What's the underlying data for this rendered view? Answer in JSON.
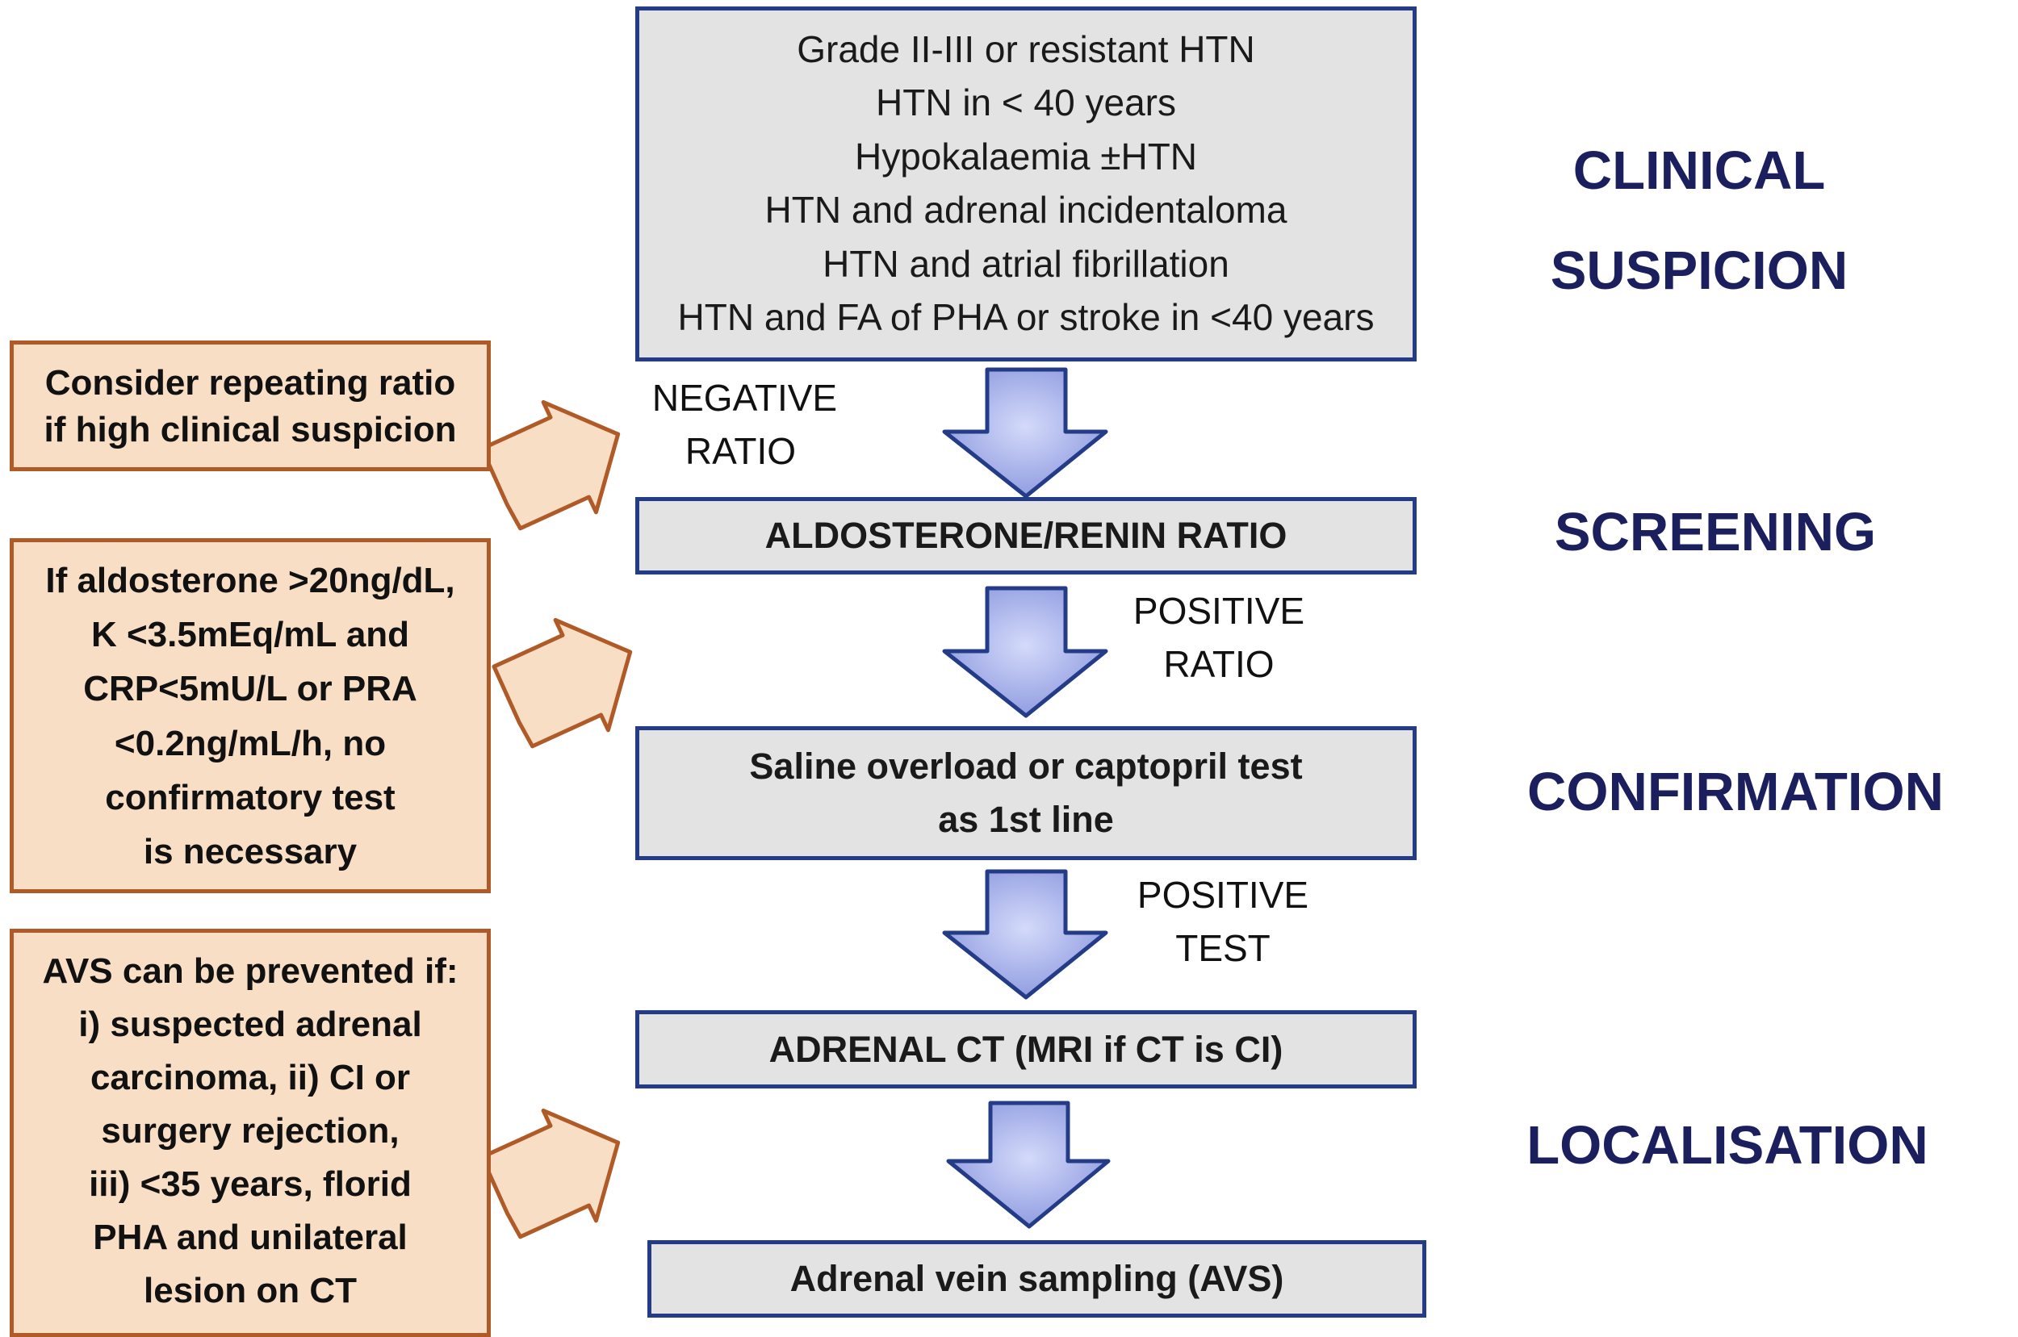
{
  "criteria_box": {
    "lines": [
      "Grade II-III or resistant HTN",
      "HTN in < 40 years",
      "Hypokalaemia ±HTN",
      "HTN and adrenal incidentaloma",
      "HTN and atrial fibrillation",
      "HTN and FA of PHA or stroke in <40 years"
    ]
  },
  "steps": {
    "screening": "ALDOSTERONE/RENIN RATIO",
    "confirmation": [
      "Saline overload or captopril test",
      "as 1st line"
    ],
    "imaging": "ADRENAL CT (MRI if CT is CI)",
    "avs": "Adrenal vein sampling (AVS)"
  },
  "arrow_labels": {
    "negative": [
      "NEGATIVE",
      "RATIO"
    ],
    "positive_ratio": [
      "POSITIVE",
      "RATIO"
    ],
    "positive_test": [
      "POSITIVE",
      "TEST"
    ]
  },
  "stages": {
    "clinical": [
      "CLINICAL",
      "SUSPICION"
    ],
    "screening": "SCREENING",
    "confirmation": "CONFIRMATION",
    "localisation": "LOCALISATION"
  },
  "notes": {
    "repeat": [
      "Consider repeating ratio",
      "if high clinical suspicion"
    ],
    "no_confirm": [
      "If aldosterone >20ng/dL,",
      "K <3.5mEq/mL and",
      "CRP<5mU/L or PRA",
      "<0.2ng/mL/h, no",
      "confirmatory test",
      "is necessary"
    ],
    "avs": [
      "AVS can be prevented if:",
      "i) suspected adrenal",
      "carcinoma, ii) CI or",
      "surgery rejection,",
      "iii) <35 years, florid",
      "PHA and unilateral",
      "lesion on CT"
    ]
  },
  "colors": {
    "flow_border": "#243c88",
    "flow_fill": "#e3e3e3",
    "note_border": "#b05a27",
    "note_fill": "#f8dec5",
    "stage_text": "#1b1f5e",
    "down_arrow_fill": "#a7b2eb"
  }
}
